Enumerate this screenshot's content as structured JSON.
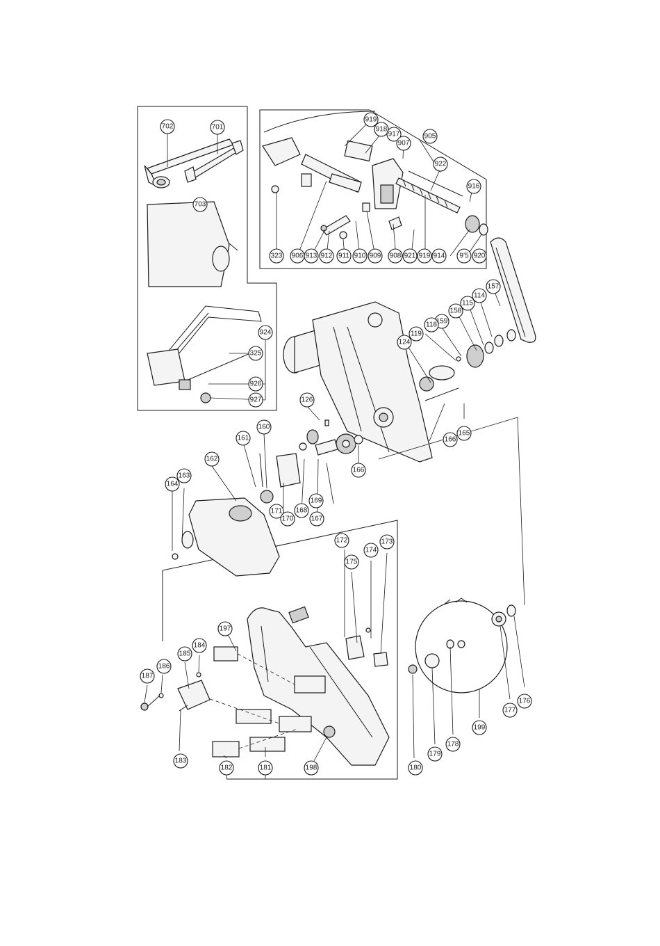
{
  "diagram": {
    "callouts": [
      {
        "id": "c702",
        "label": "702"
      },
      {
        "id": "c701",
        "label": "701"
      },
      {
        "id": "c703",
        "label": "703"
      },
      {
        "id": "c924",
        "label": "924"
      },
      {
        "id": "c325",
        "label": "325"
      },
      {
        "id": "c926",
        "label": "926"
      },
      {
        "id": "c927",
        "label": "927"
      },
      {
        "id": "c919a",
        "label": "919"
      },
      {
        "id": "c918",
        "label": "918"
      },
      {
        "id": "c917",
        "label": "917"
      },
      {
        "id": "c907",
        "label": "907"
      },
      {
        "id": "c905",
        "label": "905"
      },
      {
        "id": "c922",
        "label": "922"
      },
      {
        "id": "c916",
        "label": "916"
      },
      {
        "id": "c323",
        "label": "323"
      },
      {
        "id": "c906",
        "label": "906"
      },
      {
        "id": "c913",
        "label": "913"
      },
      {
        "id": "c912",
        "label": "912"
      },
      {
        "id": "c911",
        "label": "911"
      },
      {
        "id": "c910",
        "label": "910"
      },
      {
        "id": "c909",
        "label": "909"
      },
      {
        "id": "c908",
        "label": "908"
      },
      {
        "id": "c921",
        "label": "921"
      },
      {
        "id": "c919b",
        "label": "919"
      },
      {
        "id": "c914",
        "label": "914"
      },
      {
        "id": "c915",
        "label": "9’5"
      },
      {
        "id": "c920",
        "label": "920"
      },
      {
        "id": "c157",
        "label": "157"
      },
      {
        "id": "c114",
        "label": "114"
      },
      {
        "id": "c115",
        "label": "115"
      },
      {
        "id": "c158",
        "label": "158"
      },
      {
        "id": "c159",
        "label": "159"
      },
      {
        "id": "c118",
        "label": "118"
      },
      {
        "id": "c119",
        "label": "119"
      },
      {
        "id": "c124",
        "label": "124"
      },
      {
        "id": "c126",
        "label": "126"
      },
      {
        "id": "c165",
        "label": "165"
      },
      {
        "id": "c166a",
        "label": "166"
      },
      {
        "id": "c160",
        "label": "160"
      },
      {
        "id": "c161",
        "label": "161"
      },
      {
        "id": "c162",
        "label": "162"
      },
      {
        "id": "c163",
        "label": "163"
      },
      {
        "id": "c164",
        "label": "164"
      },
      {
        "id": "c171",
        "label": "171"
      },
      {
        "id": "c170",
        "label": "170"
      },
      {
        "id": "c168",
        "label": "168"
      },
      {
        "id": "c169",
        "label": "169"
      },
      {
        "id": "c167",
        "label": "167"
      },
      {
        "id": "c166b",
        "label": "166"
      },
      {
        "id": "c172",
        "label": "172"
      },
      {
        "id": "c175",
        "label": "175"
      },
      {
        "id": "c174",
        "label": "174"
      },
      {
        "id": "c173",
        "label": "173"
      },
      {
        "id": "c197",
        "label": "197"
      },
      {
        "id": "c187",
        "label": "187"
      },
      {
        "id": "c186",
        "label": "186"
      },
      {
        "id": "c185",
        "label": "185"
      },
      {
        "id": "c184",
        "label": "184"
      },
      {
        "id": "c183",
        "label": "183"
      },
      {
        "id": "c182",
        "label": "182"
      },
      {
        "id": "c181",
        "label": "181"
      },
      {
        "id": "c198",
        "label": "198"
      },
      {
        "id": "c180",
        "label": "180"
      },
      {
        "id": "c179",
        "label": "179"
      },
      {
        "id": "c178",
        "label": "178"
      },
      {
        "id": "c199",
        "label": "199"
      },
      {
        "id": "c177",
        "label": "177"
      },
      {
        "id": "c176",
        "label": "176"
      }
    ]
  }
}
